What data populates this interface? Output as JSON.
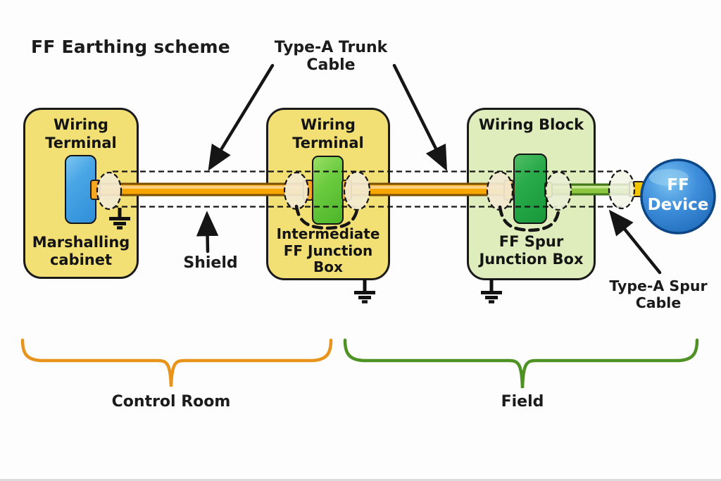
{
  "title": "FF Earthing scheme",
  "annotations": {
    "trunk_cable": "Type-A Trunk Cable",
    "shield": "Shield",
    "spur_cable": "Type-A Spur Cable"
  },
  "regions": {
    "control_room": "Control Room",
    "field": "Field"
  },
  "boxes": [
    {
      "id": "marshalling-cabinet",
      "top_label": "Wiring\nTerminal",
      "bottom_label": "Marshalling\ncabinet"
    },
    {
      "id": "intermediate-ff-junction-box",
      "top_label": "Wiring\nTerminal",
      "bottom_label": "Intermediate\nFF Junction\nBox"
    },
    {
      "id": "ff-spur-junction-box",
      "top_label": "Wiring Block",
      "bottom_label": "FF Spur\nJunction Box"
    }
  ],
  "device": {
    "label": "FF\nDevice"
  },
  "colors": {
    "cabinet_fill": "#F2E075",
    "field_box_fill": "#DFECBC",
    "trunk_cable": "#F7A600",
    "spur_cable": "#8CC63F",
    "terminal_blue": "#3F9EE0",
    "terminal_green": "#5BC236",
    "terminal_dark_green": "#21A644",
    "device_blue": "#2B7CD0",
    "shield_ellipse_fill": "#F3E9D2",
    "control_room_brace": "#E8941A",
    "field_brace": "#4D9222"
  }
}
